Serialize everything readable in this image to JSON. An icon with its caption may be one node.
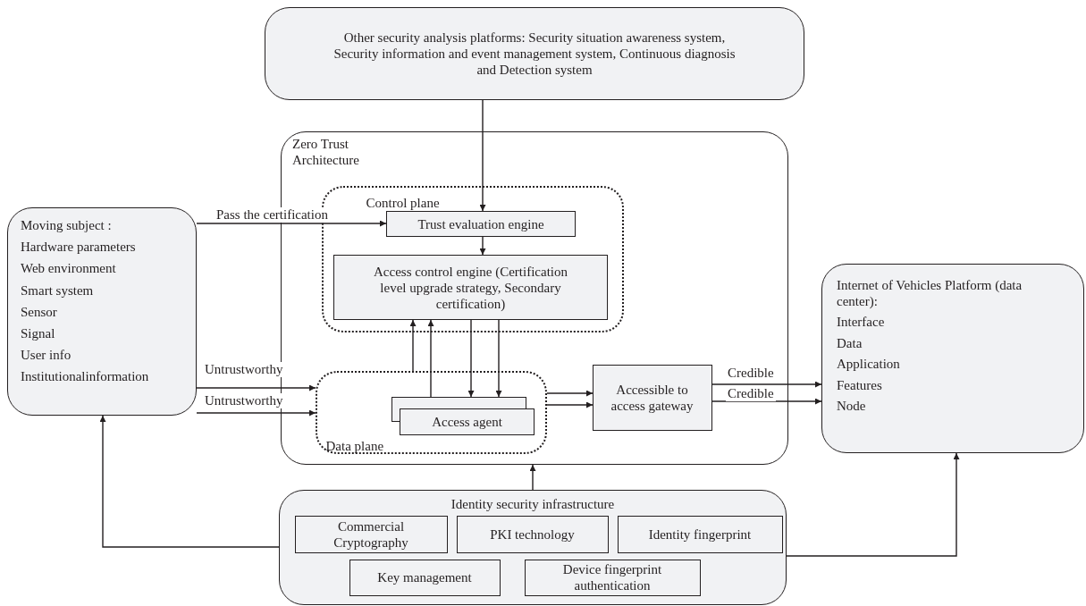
{
  "diagram": {
    "nodes": [
      {
        "text": [
          "Other security analysis platforms: Security situation awareness system, Security information and event management system, Continuous diagnosis and Detection system"
        ]
      },
      {
        "text": [
          "Zero Trust Architecture"
        ]
      },
      {
        "text": [
          "Control plane"
        ],
        "in": 1
      },
      {
        "text": [
          "Trust evaluation engine"
        ],
        "in": 2
      },
      {
        "text": [
          "Access control engine (Certification level upgrade strategy, Secondary certification)"
        ],
        "in": 2
      },
      {
        "text": [
          "Data plane"
        ],
        "in": 1
      },
      {
        "text": [
          "Access agent"
        ],
        "in": 5
      },
      {
        "text": [
          "Accessible to access gateway"
        ],
        "in": 1
      },
      {
        "text": [
          "Moving subject :",
          "Hardware parameters",
          "Web environment",
          "Smart system",
          "Sensor",
          "Signal",
          "User info",
          "Institutionalinformation"
        ]
      },
      {
        "text": [
          "Internet of Vehicles Platform (data center):",
          "Interface",
          "Data",
          "Application",
          "Features",
          "Node"
        ]
      },
      {
        "text": [
          "Identity security infrastructure"
        ]
      },
      {
        "text": [
          "Commercial Cryptography"
        ],
        "in": 10
      },
      {
        "text": [
          "PKI technology"
        ],
        "in": 10
      },
      {
        "text": [
          "Identity fingerprint"
        ],
        "in": 10
      },
      {
        "text": [
          "Key management"
        ],
        "in": 10
      },
      {
        "text": [
          "Device fingerprint authentication"
        ],
        "in": 10
      }
    ],
    "edges": [
      {
        "from": 0,
        "to": 3,
        "arrow": "to"
      },
      {
        "from": 8,
        "to": 3,
        "arrow": "to",
        "label": "Pass the certification"
      },
      {
        "from": 3,
        "to": 4,
        "arrow": "to"
      },
      {
        "from": 5,
        "to": 4,
        "arrow": "to"
      },
      {
        "from": 6,
        "to": 4,
        "arrow": "to"
      },
      {
        "from": 4,
        "to": 6,
        "arrow": "to"
      },
      {
        "from": 4,
        "to": 6,
        "arrow": "to"
      },
      {
        "from": 8,
        "to": 5,
        "arrow": "to",
        "label": "Untrustworthy"
      },
      {
        "from": 8,
        "to": 5,
        "arrow": "to",
        "label": "Untrustworthy"
      },
      {
        "from": 5,
        "to": 7,
        "arrow": "to"
      },
      {
        "from": 5,
        "to": 7,
        "arrow": "to"
      },
      {
        "from": 7,
        "to": 9,
        "arrow": "to",
        "label": "Credible"
      },
      {
        "from": 7,
        "to": 9,
        "arrow": "to",
        "label": "Credible"
      },
      {
        "from": 10,
        "to": 1,
        "arrow": "to"
      },
      {
        "from": 10,
        "to": 8,
        "arrow": "to"
      },
      {
        "from": 10,
        "to": 9,
        "arrow": "to"
      }
    ]
  }
}
